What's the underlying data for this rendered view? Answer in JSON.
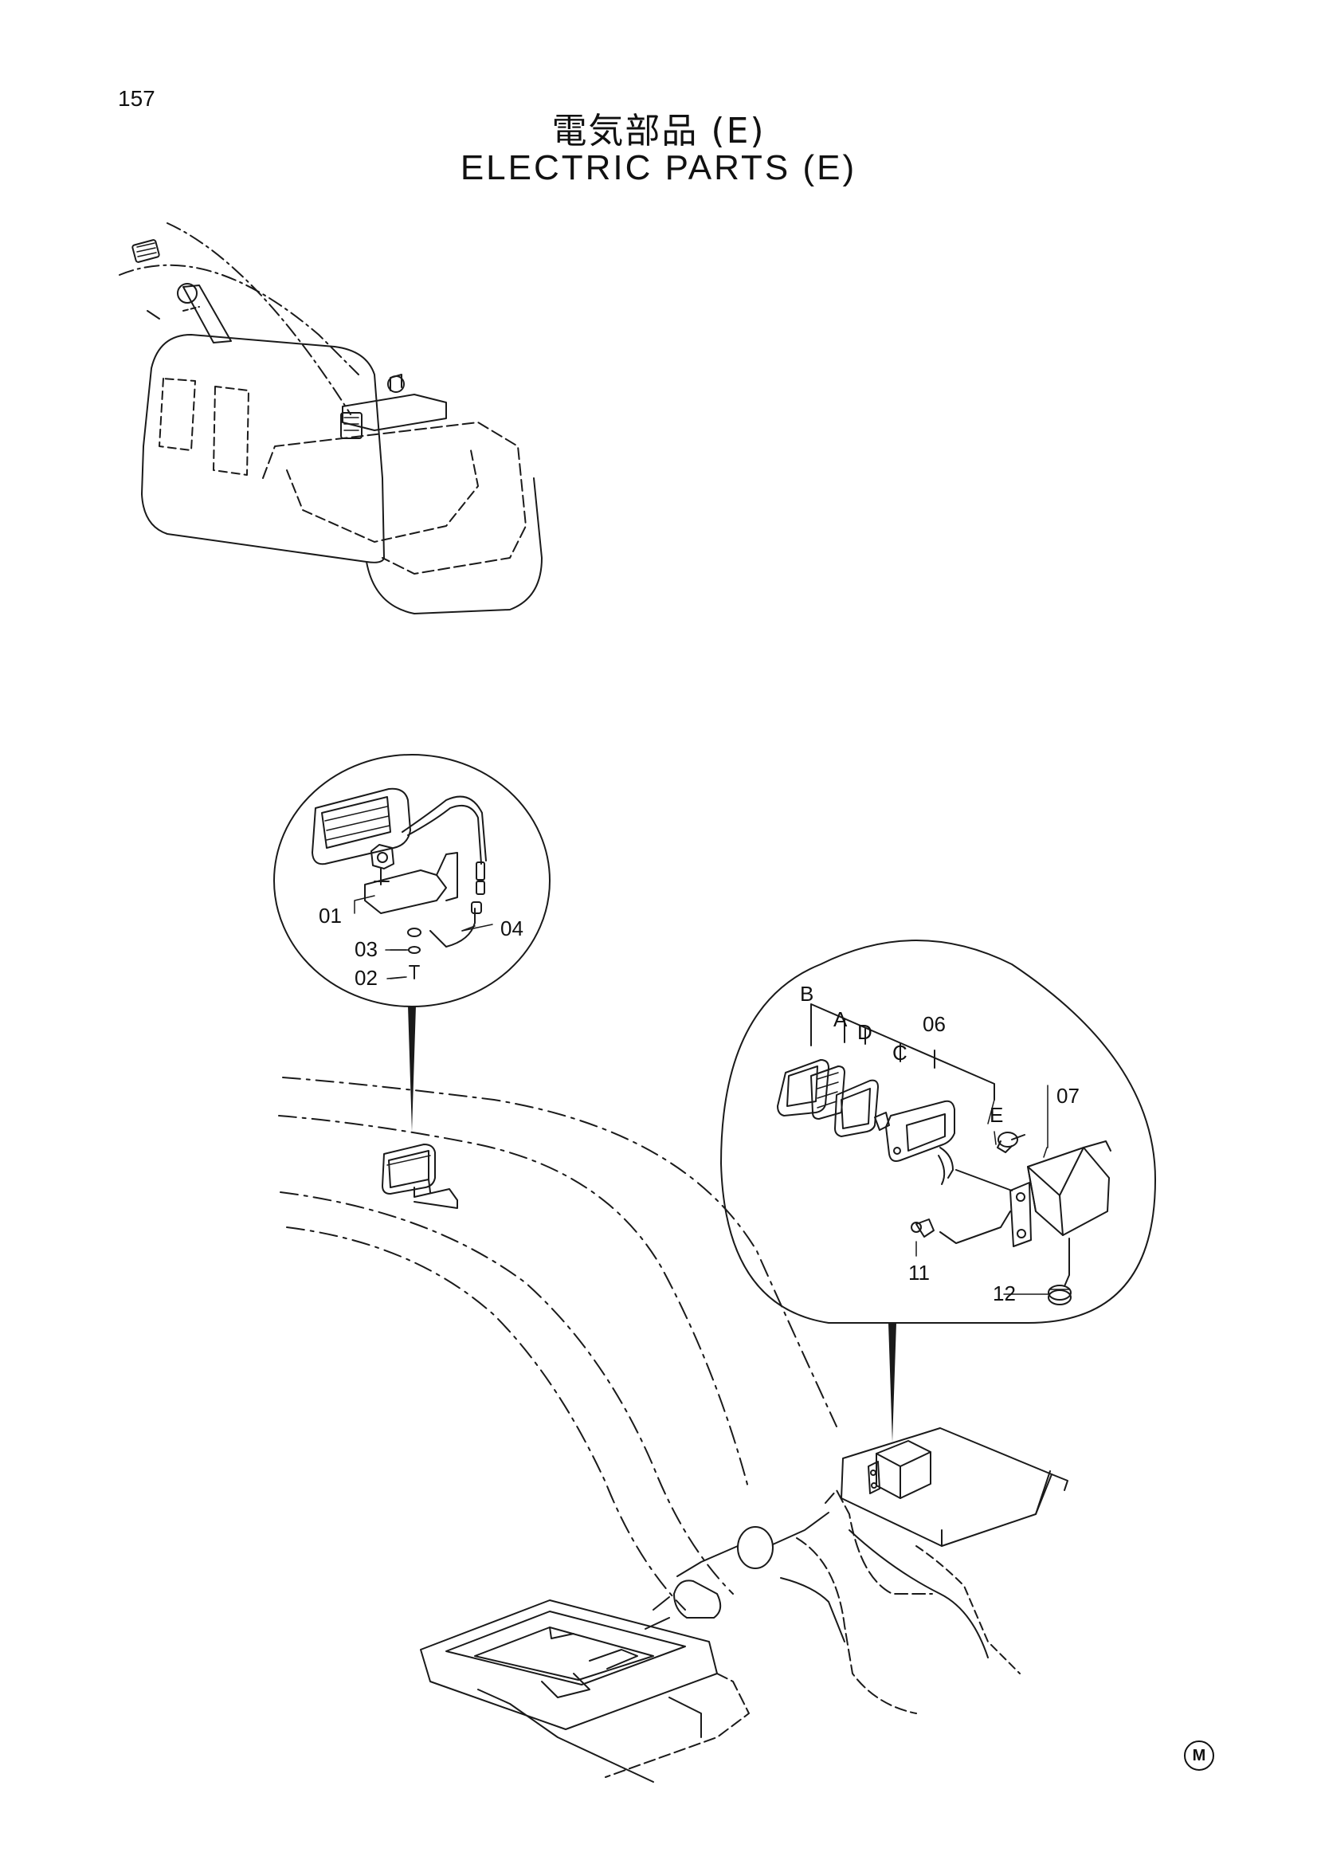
{
  "header": {
    "page_number": "157",
    "title_japanese": "電気部品 (E)",
    "title_english": "ELECTRIC PARTS (E)"
  },
  "callouts_left": {
    "part_01": "01",
    "part_02": "02",
    "part_03": "03",
    "part_04": "04"
  },
  "callouts_right": {
    "part_a": "A",
    "part_b": "B",
    "part_c": "C",
    "part_d": "D",
    "part_e": "E",
    "part_06": "06",
    "part_07": "07",
    "part_11": "11",
    "part_12": "12"
  },
  "footer": {
    "mark": "M"
  }
}
